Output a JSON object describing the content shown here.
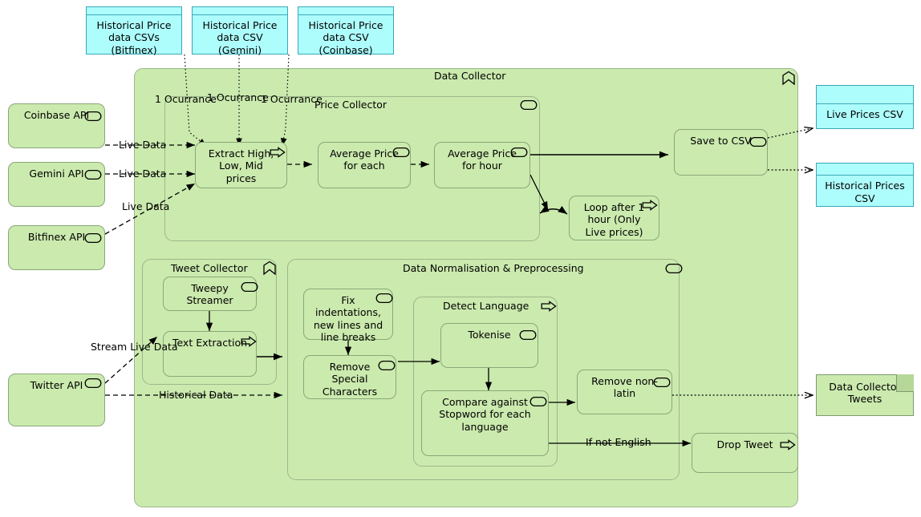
{
  "diagram": {
    "title": "Data Collector",
    "colors": {
      "green_fill": "#cbeaae",
      "green_stroke": "#8aa878",
      "cyan_fill": "#aefdfd",
      "cyan_stroke": "#3aa8b8",
      "line": "#000000"
    }
  },
  "sources": {
    "csv_bitfinex": "Historical Price data CSVs (Bitfinex)",
    "csv_gemini": "Historical Price data CSV (Gemini)",
    "csv_coinbase": "Historical Price data CSV (Coinbase)"
  },
  "apis": {
    "coinbase": "Coinbase API",
    "gemini": "Gemini API",
    "bitfinex": "Bitfinex API",
    "twitter": "Twitter API"
  },
  "containers": {
    "data_collector": "Data Collector",
    "price_collector": "Price Collector",
    "tweet_collector": "Tweet Collector",
    "normalisation": "Data Normalisation & Preprocessing",
    "detect_language": "Detect Language"
  },
  "nodes": {
    "extract": "Extract High, Low, Mid prices",
    "avg_each": "Average Price for each",
    "avg_hour": "Average Price for hour",
    "save_csv": "Save to CSV",
    "loop": "Loop after 1 hour (Only Live prices)",
    "tweepy": "Tweepy Streamer",
    "text_extraction": "Text Extraction",
    "fix_indent": "Fix indentations, new lines and line breaks",
    "remove_special": "Remove Special Characters",
    "tokenise": "Tokenise",
    "compare_stopword": "Compare against Stopword for each language",
    "remove_nonlatin": "Remove non-latin",
    "drop_tweet": "Drop Tweet"
  },
  "outputs": {
    "live_prices_csv": "Live Prices CSV",
    "historical_prices_csv": "Historical Prices CSV",
    "data_collector_tweets": "Data Collector Tweets"
  },
  "edge_labels": {
    "occurrance_1": "1 Ocurrance",
    "occurrance_2": "1 Ocurrance",
    "occurrance_3": "1 Ocurrance",
    "live_data_coinbase": "Live Data",
    "live_data_gemini": "Live Data",
    "live_data_bitfinex": "Live Data",
    "stream_live_data": "Stream Live Data",
    "historical_data": "Historical Data",
    "if_not_english": "If not English"
  },
  "icons": {
    "function": "function-icon",
    "process": "process-icon",
    "grouping": "grouping-chevron-icon"
  }
}
